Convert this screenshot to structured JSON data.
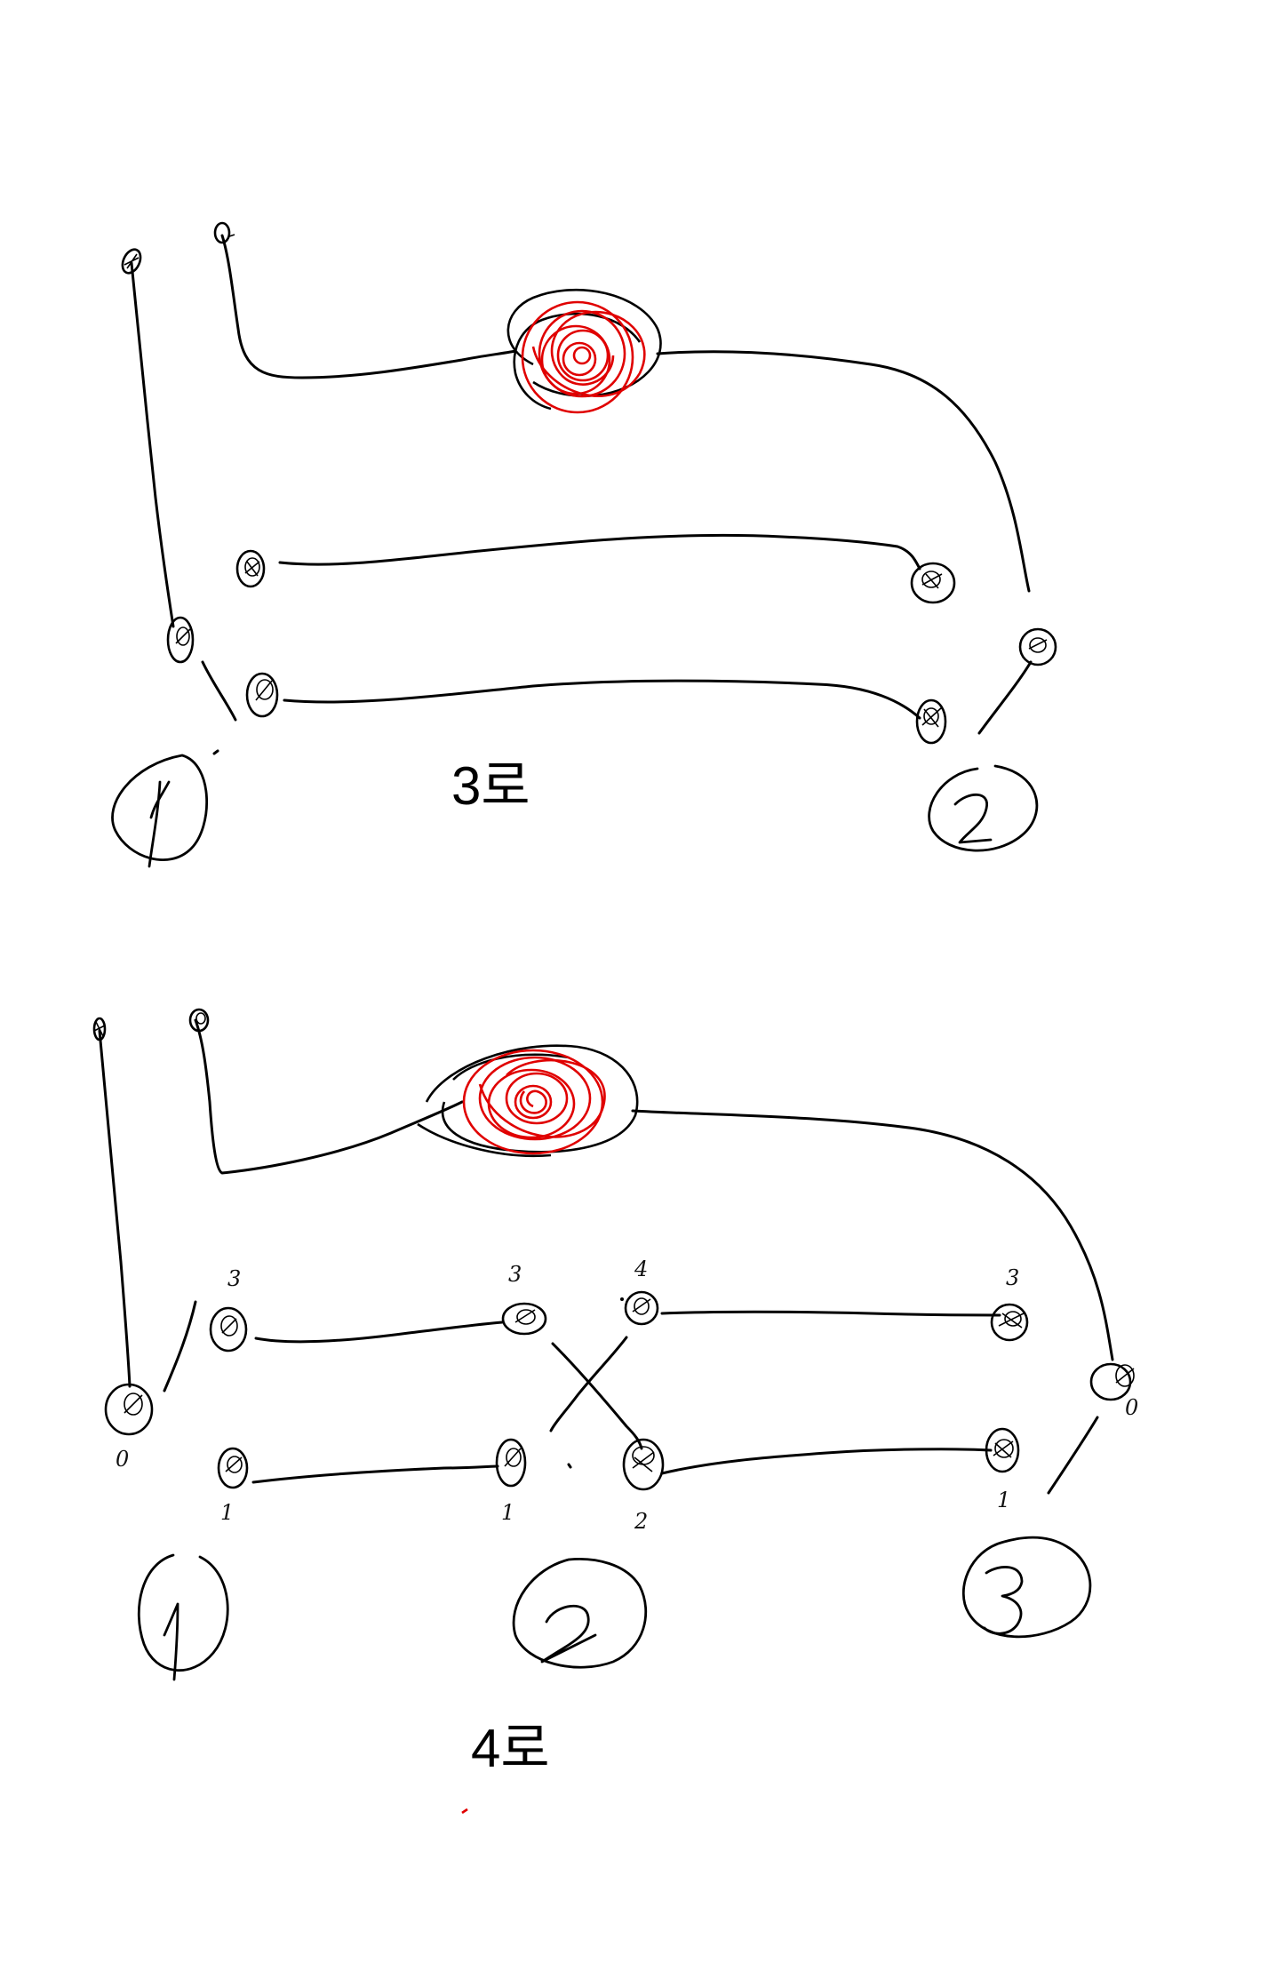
{
  "diagrams": [
    {
      "id": "three-way",
      "title": "3로",
      "switches": [
        "1",
        "2"
      ],
      "lamp_color": "#e00000"
    },
    {
      "id": "four-way",
      "title": "4로",
      "switches": [
        "1",
        "2",
        "3"
      ],
      "terminal_labels": {
        "sw1_top": "3",
        "sw1_bottom": "1",
        "sw1_common": "0",
        "sw2_top_left": "3",
        "sw2_top_right": "4",
        "sw2_bottom_left": "1",
        "sw2_bottom_right": "2",
        "sw3_top": "3",
        "sw3_bottom": "1",
        "sw3_common": "0"
      },
      "lamp_color": "#e00000"
    }
  ]
}
